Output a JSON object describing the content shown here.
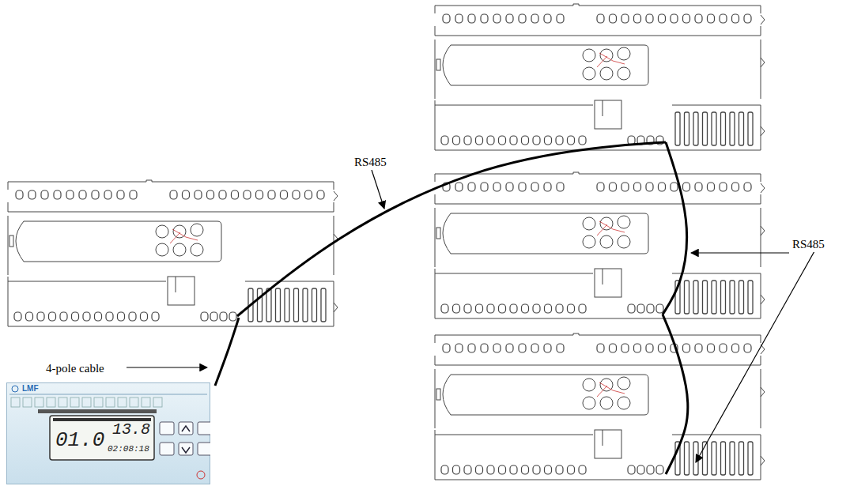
{
  "diagram": {
    "nodes": [
      {
        "text": [
          "LMF",
          "01.0",
          "13.8",
          "02:08:18"
        ]
      }
    ],
    "labels": [
      "RS485",
      "RS485",
      "4-pole cable"
    ]
  }
}
